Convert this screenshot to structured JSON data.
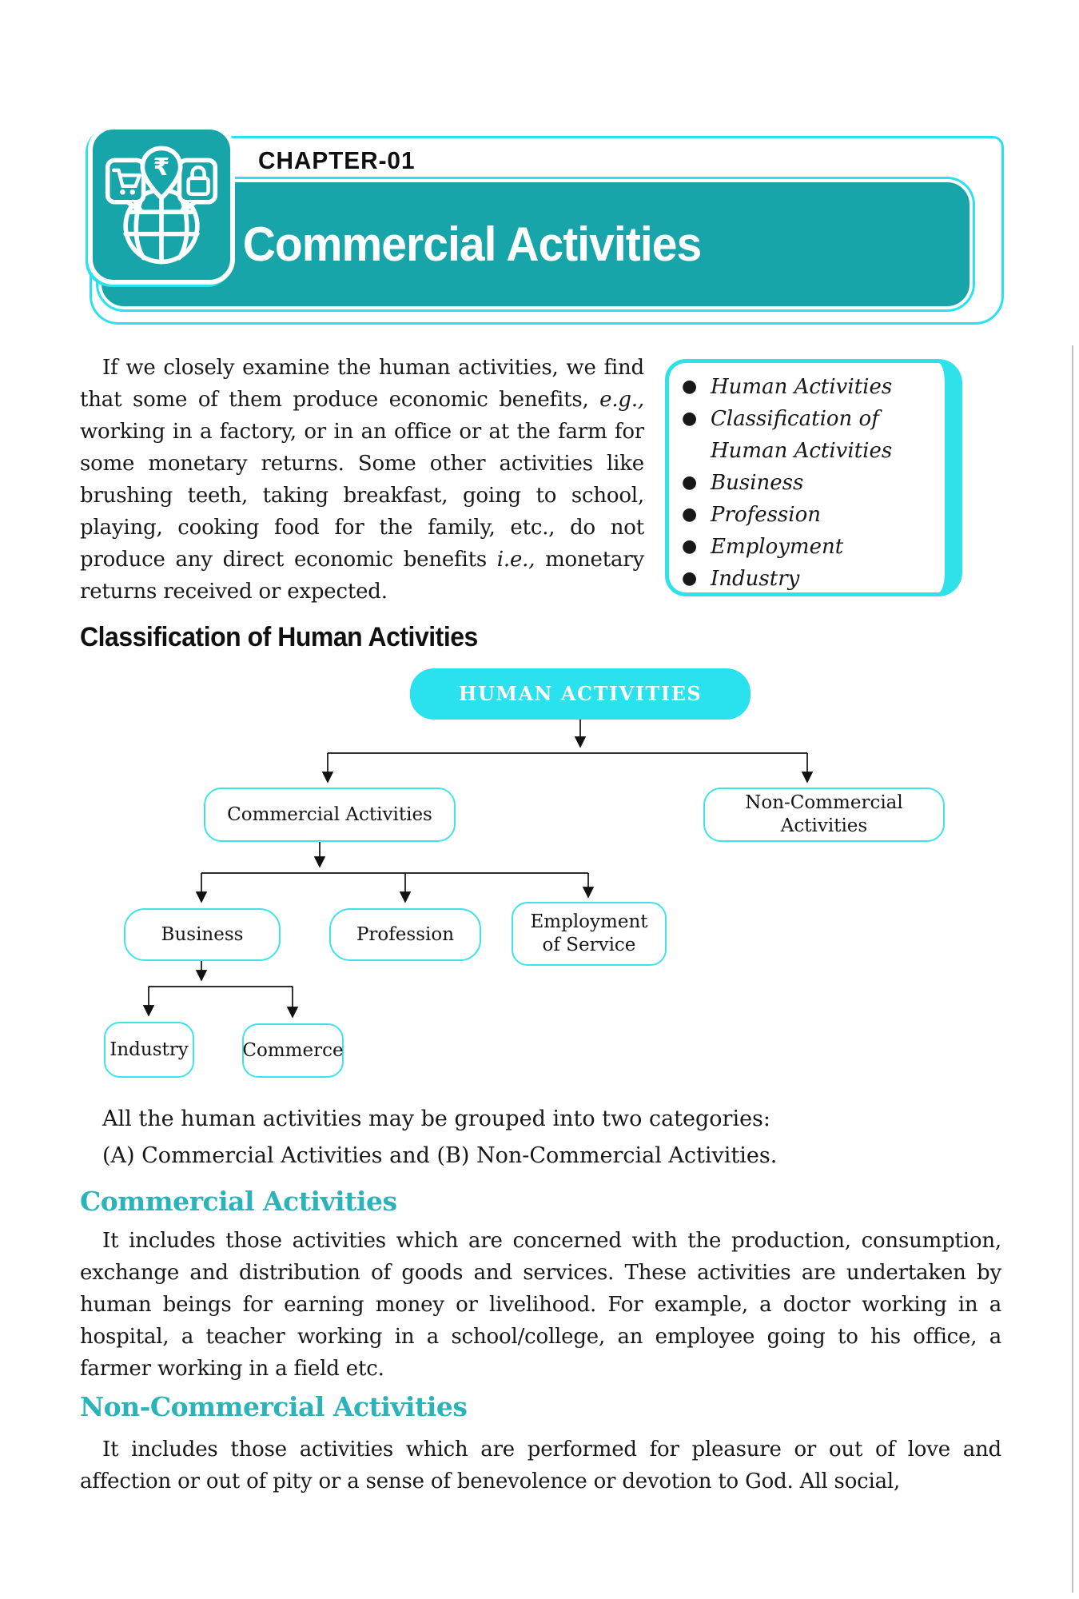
{
  "header": {
    "chapter": "CHAPTER-01",
    "title": "Commercial Activities"
  },
  "topics": {
    "items": [
      "Human Activities",
      "Classification of Human Activities",
      "Business",
      "Profession",
      "Employment",
      "Industry"
    ]
  },
  "intro": {
    "segments": [
      {
        "t": "If we closely examine the human activities, we find that some of them produce economic benefits, "
      },
      {
        "t": "e.g.,",
        "i": true
      },
      {
        "t": " working in a factory, or in an office or at the farm for some monetary returns. Some other activities like brushing teeth, taking breakfast, going to school, playing, cooking food for the family, etc., do not produce any direct economic benefits "
      },
      {
        "t": "i.e.,",
        "i": true
      },
      {
        "t": " monetary returns received or expected."
      }
    ]
  },
  "classification": {
    "heading": "Classification of Human Activities"
  },
  "diagram": {
    "root": "HUMAN ACTIVITIES",
    "level1": [
      "Commercial Activities",
      "Non-Commercial Activities"
    ],
    "level2": [
      "Business",
      "Profession",
      "Employment of Service"
    ],
    "level3": [
      "Industry",
      "Commerce"
    ]
  },
  "grouping": {
    "line1": "All the human activities may be grouped into two categories:",
    "line2": "(A) Commercial Activities and (B) Non-Commercial Activities."
  },
  "commercial": {
    "heading": "Commercial Activities",
    "body": "It includes those activities which are concerned with the production, consumption, exchange and distribution of goods and services. These activities are undertaken by human beings for earning money or livelihood. For example, a doctor working in a hospital, a teacher working in a school/college, an employee going to his office, a farmer working in a field etc."
  },
  "non_commercial": {
    "heading": "Non-Commercial Activities",
    "body": "It includes those activities which are performed for pleasure or out of love and affection or out of pity or a sense of benevolence or devotion to God. All social,"
  },
  "colors": {
    "teal": "#17a5a9",
    "cyan": "#2ae1ee",
    "heading_teal": "#2ab4ba",
    "line": "#111111"
  },
  "icons": {
    "chapter_icon": "global-commerce-globe-icon"
  }
}
